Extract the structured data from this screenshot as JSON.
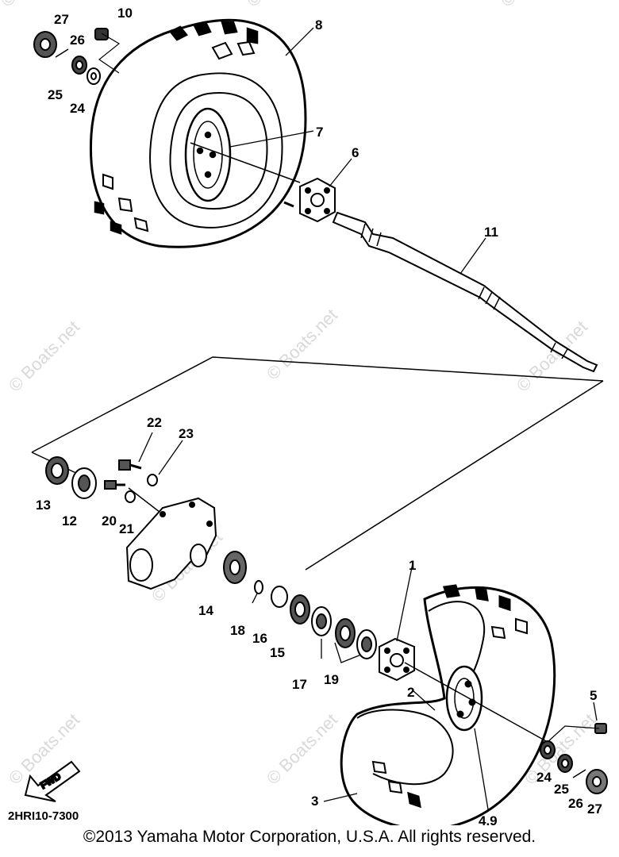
{
  "watermarks": [
    "© Boats.net",
    "© Boats.net",
    "© Boats.net",
    "© Boats.net",
    "© Boats.net",
    "© Boats.net",
    "© Boats.net",
    "© Boats.net",
    "© Boats.net",
    "© Boats.net"
  ],
  "callouts": {
    "c27a": "27",
    "c10": "10",
    "c26a": "26",
    "c25a": "25",
    "c24a": "24",
    "c8": "8",
    "c7": "7",
    "c6": "6",
    "c11": "11",
    "c22": "22",
    "c23": "23",
    "c13": "13",
    "c12": "12",
    "c20": "20",
    "c21": "21",
    "c14": "14",
    "c18": "18",
    "c16": "16",
    "c15": "15",
    "c17": "17",
    "c19": "19",
    "c1": "1",
    "c2": "2",
    "c5": "5",
    "c3": "3",
    "c49": "4,9",
    "c24b": "24",
    "c25b": "25",
    "c26b": "26",
    "c27b": "27"
  },
  "fwd_label": "FWD",
  "diagram_code": "2HRI10-7300",
  "copyright": "©2013 Yamaha Motor Corporation, U.S.A. All rights reserved."
}
